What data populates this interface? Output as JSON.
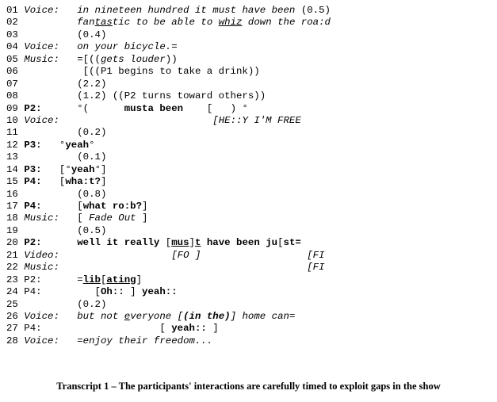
{
  "transcript": {
    "lines": [
      {
        "segs": [
          {
            "t": "01 "
          },
          {
            "t": "Voice:",
            "i": true
          },
          {
            "t": "   "
          },
          {
            "t": "in nineteen hundred it must have been ",
            "i": true
          },
          {
            "t": "(0.5)"
          }
        ]
      },
      {
        "segs": [
          {
            "t": "02          "
          },
          {
            "t": "fan",
            "i": true
          },
          {
            "t": "tas",
            "i": true,
            "u": true
          },
          {
            "t": "tic to be able to ",
            "i": true
          },
          {
            "t": "whiz",
            "i": true,
            "u": true
          },
          {
            "t": " down the roa:d",
            "i": true
          }
        ]
      },
      {
        "segs": [
          {
            "t": "03          (0.4)"
          }
        ]
      },
      {
        "segs": [
          {
            "t": "04 "
          },
          {
            "t": "Voice:",
            "i": true
          },
          {
            "t": "   "
          },
          {
            "t": "on your bicycle.=",
            "i": true
          }
        ]
      },
      {
        "segs": [
          {
            "t": "05 "
          },
          {
            "t": "Music:",
            "i": true
          },
          {
            "t": "   =[(("
          },
          {
            "t": "gets louder",
            "i": true
          },
          {
            "t": "))"
          }
        ]
      },
      {
        "segs": [
          {
            "t": "06           [((P1 begins to take a drink))"
          }
        ]
      },
      {
        "segs": [
          {
            "t": "07          (2.2)"
          }
        ]
      },
      {
        "segs": [
          {
            "t": "08          (1.2) ((P2 turns toward others))"
          }
        ]
      },
      {
        "segs": [
          {
            "t": "09 "
          },
          {
            "t": "P2:",
            "b": true
          },
          {
            "t": "      °(      "
          },
          {
            "t": "musta been",
            "b": true
          },
          {
            "t": "    [   ) °"
          }
        ]
      },
      {
        "segs": [
          {
            "t": "10 "
          },
          {
            "t": "Voice:",
            "i": true
          },
          {
            "t": "                          "
          },
          {
            "t": "[HE::Y I'M FREE",
            "i": true
          }
        ]
      },
      {
        "segs": [
          {
            "t": "11          (0.2)"
          }
        ]
      },
      {
        "segs": [
          {
            "t": "12 "
          },
          {
            "t": "P3:",
            "b": true
          },
          {
            "t": "   °"
          },
          {
            "t": "yeah",
            "b": true
          },
          {
            "t": "°"
          }
        ]
      },
      {
        "segs": [
          {
            "t": "13          (0.1)"
          }
        ]
      },
      {
        "segs": [
          {
            "t": "14 "
          },
          {
            "t": "P3:",
            "b": true
          },
          {
            "t": "   [°"
          },
          {
            "t": "yeah",
            "b": true
          },
          {
            "t": "°]"
          }
        ]
      },
      {
        "segs": [
          {
            "t": "15 "
          },
          {
            "t": "P4:",
            "b": true
          },
          {
            "t": "   ["
          },
          {
            "t": "wha:t?",
            "b": true
          },
          {
            "t": "]"
          }
        ]
      },
      {
        "segs": [
          {
            "t": "16          (0.8)"
          }
        ]
      },
      {
        "segs": [
          {
            "t": "17 "
          },
          {
            "t": "P4:",
            "b": true
          },
          {
            "t": "      ["
          },
          {
            "t": "what ro:b?",
            "b": true
          },
          {
            "t": "]"
          }
        ]
      },
      {
        "segs": [
          {
            "t": "18 "
          },
          {
            "t": "Music:",
            "i": true
          },
          {
            "t": "   [ "
          },
          {
            "t": "Fade Out",
            "i": true
          },
          {
            "t": " ]"
          }
        ]
      },
      {
        "segs": [
          {
            "t": "19          (0.5)"
          }
        ]
      },
      {
        "segs": [
          {
            "t": "20 "
          },
          {
            "t": "P2:",
            "b": true
          },
          {
            "t": "      "
          },
          {
            "t": "well it really",
            "b": true
          },
          {
            "t": " ["
          },
          {
            "t": "mus",
            "b": true,
            "u": true
          },
          {
            "t": "]"
          },
          {
            "t": "t",
            "b": true,
            "u": true
          },
          {
            "t": " "
          },
          {
            "t": "have been ju",
            "b": true
          },
          {
            "t": "["
          },
          {
            "t": "st=",
            "b": true
          }
        ]
      },
      {
        "segs": [
          {
            "t": "21 "
          },
          {
            "t": "Video:",
            "i": true
          },
          {
            "t": "                   "
          },
          {
            "t": "[FO ]",
            "i": true
          },
          {
            "t": "                  "
          },
          {
            "t": "[FI",
            "i": true
          }
        ]
      },
      {
        "segs": [
          {
            "t": "22 "
          },
          {
            "t": "Music:",
            "i": true
          },
          {
            "t": "                                          "
          },
          {
            "t": "[FI",
            "i": true
          }
        ]
      },
      {
        "segs": [
          {
            "t": "23 P2:      ="
          },
          {
            "t": "lib",
            "b": true,
            "u": true
          },
          {
            "t": "["
          },
          {
            "t": "ating",
            "b": true,
            "u": true
          },
          {
            "t": "]"
          }
        ]
      },
      {
        "segs": [
          {
            "t": "24 P4:         ["
          },
          {
            "t": "Oh::",
            "b": true
          },
          {
            "t": " ] "
          },
          {
            "t": "yeah::",
            "b": true
          }
        ]
      },
      {
        "segs": [
          {
            "t": "25          (0.2)"
          }
        ]
      },
      {
        "segs": [
          {
            "t": "26 "
          },
          {
            "t": "Voice:",
            "i": true
          },
          {
            "t": "   "
          },
          {
            "t": "but not ",
            "i": true
          },
          {
            "t": "e",
            "i": true,
            "u": true
          },
          {
            "t": "veryone [",
            "i": true
          },
          {
            "t": "(in the)",
            "b": true,
            "i": true
          },
          {
            "t": "] home can=",
            "i": true
          }
        ]
      },
      {
        "segs": [
          {
            "t": "27 P4:                    [ "
          },
          {
            "t": "yeah::",
            "b": true
          },
          {
            "t": " ]"
          }
        ]
      },
      {
        "segs": [
          {
            "t": "28 "
          },
          {
            "t": "Voice:",
            "i": true
          },
          {
            "t": "   "
          },
          {
            "t": "=enjoy their freedom...",
            "i": true
          }
        ]
      }
    ]
  },
  "caption": "Transcript 1 – The participants' interactions are carefully timed to exploit gaps in the show"
}
